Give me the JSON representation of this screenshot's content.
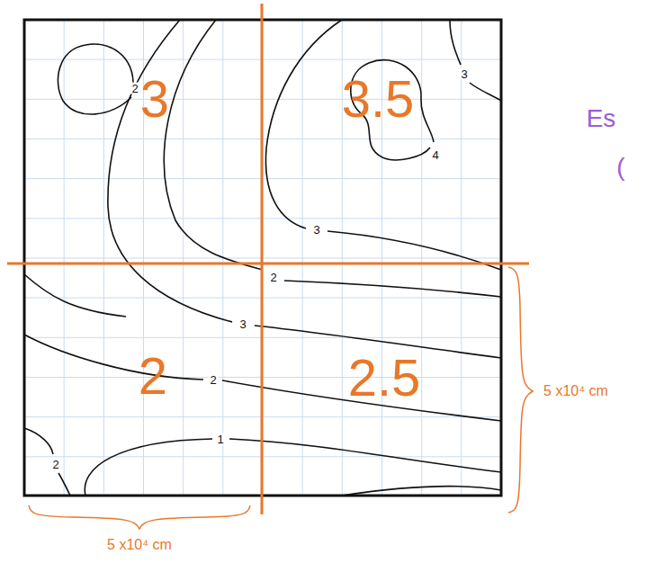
{
  "diagram": {
    "labels": [
      "2",
      "3",
      "4",
      "3",
      "2",
      "3",
      "2",
      "1",
      "2",
      "3",
      "3.5",
      "2",
      "2.5",
      "5 x10⁴ cm",
      "5 x10⁴ cm",
      "Es",
      "("
    ]
  }
}
